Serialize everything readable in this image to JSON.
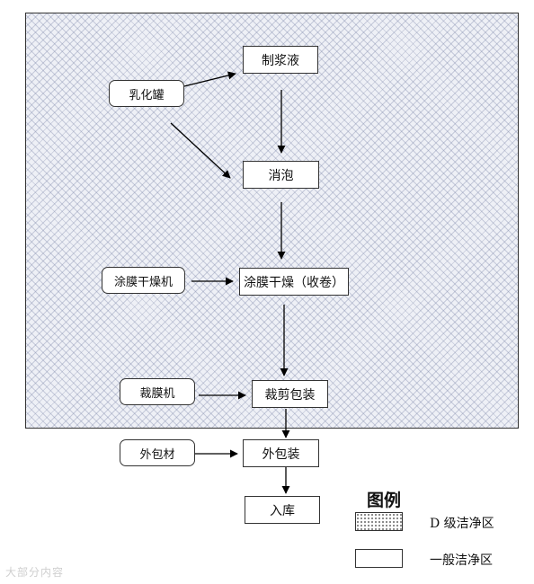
{
  "nodes": {
    "zhijiangye": "制浆液",
    "ruhuaguan": "乳化罐",
    "xiaopao": "消泡",
    "tumoganzaoji": "涂膜干燥机",
    "tumoganzao": "涂膜干燥（收卷）",
    "caimoji": "裁膜机",
    "caijianbaozhuang": "裁剪包装",
    "waibaocai": "外包材",
    "waibaozhuang": "外包装",
    "ruku": "入库"
  },
  "legend": {
    "title": "图例",
    "d_zone": "D 级洁净区",
    "general_zone": "一般洁净区",
    "d_zone_pattern": "dotted",
    "general_zone_pattern": "plain"
  },
  "zone_pattern": "crosshatch",
  "watermark": "大部分内容"
}
